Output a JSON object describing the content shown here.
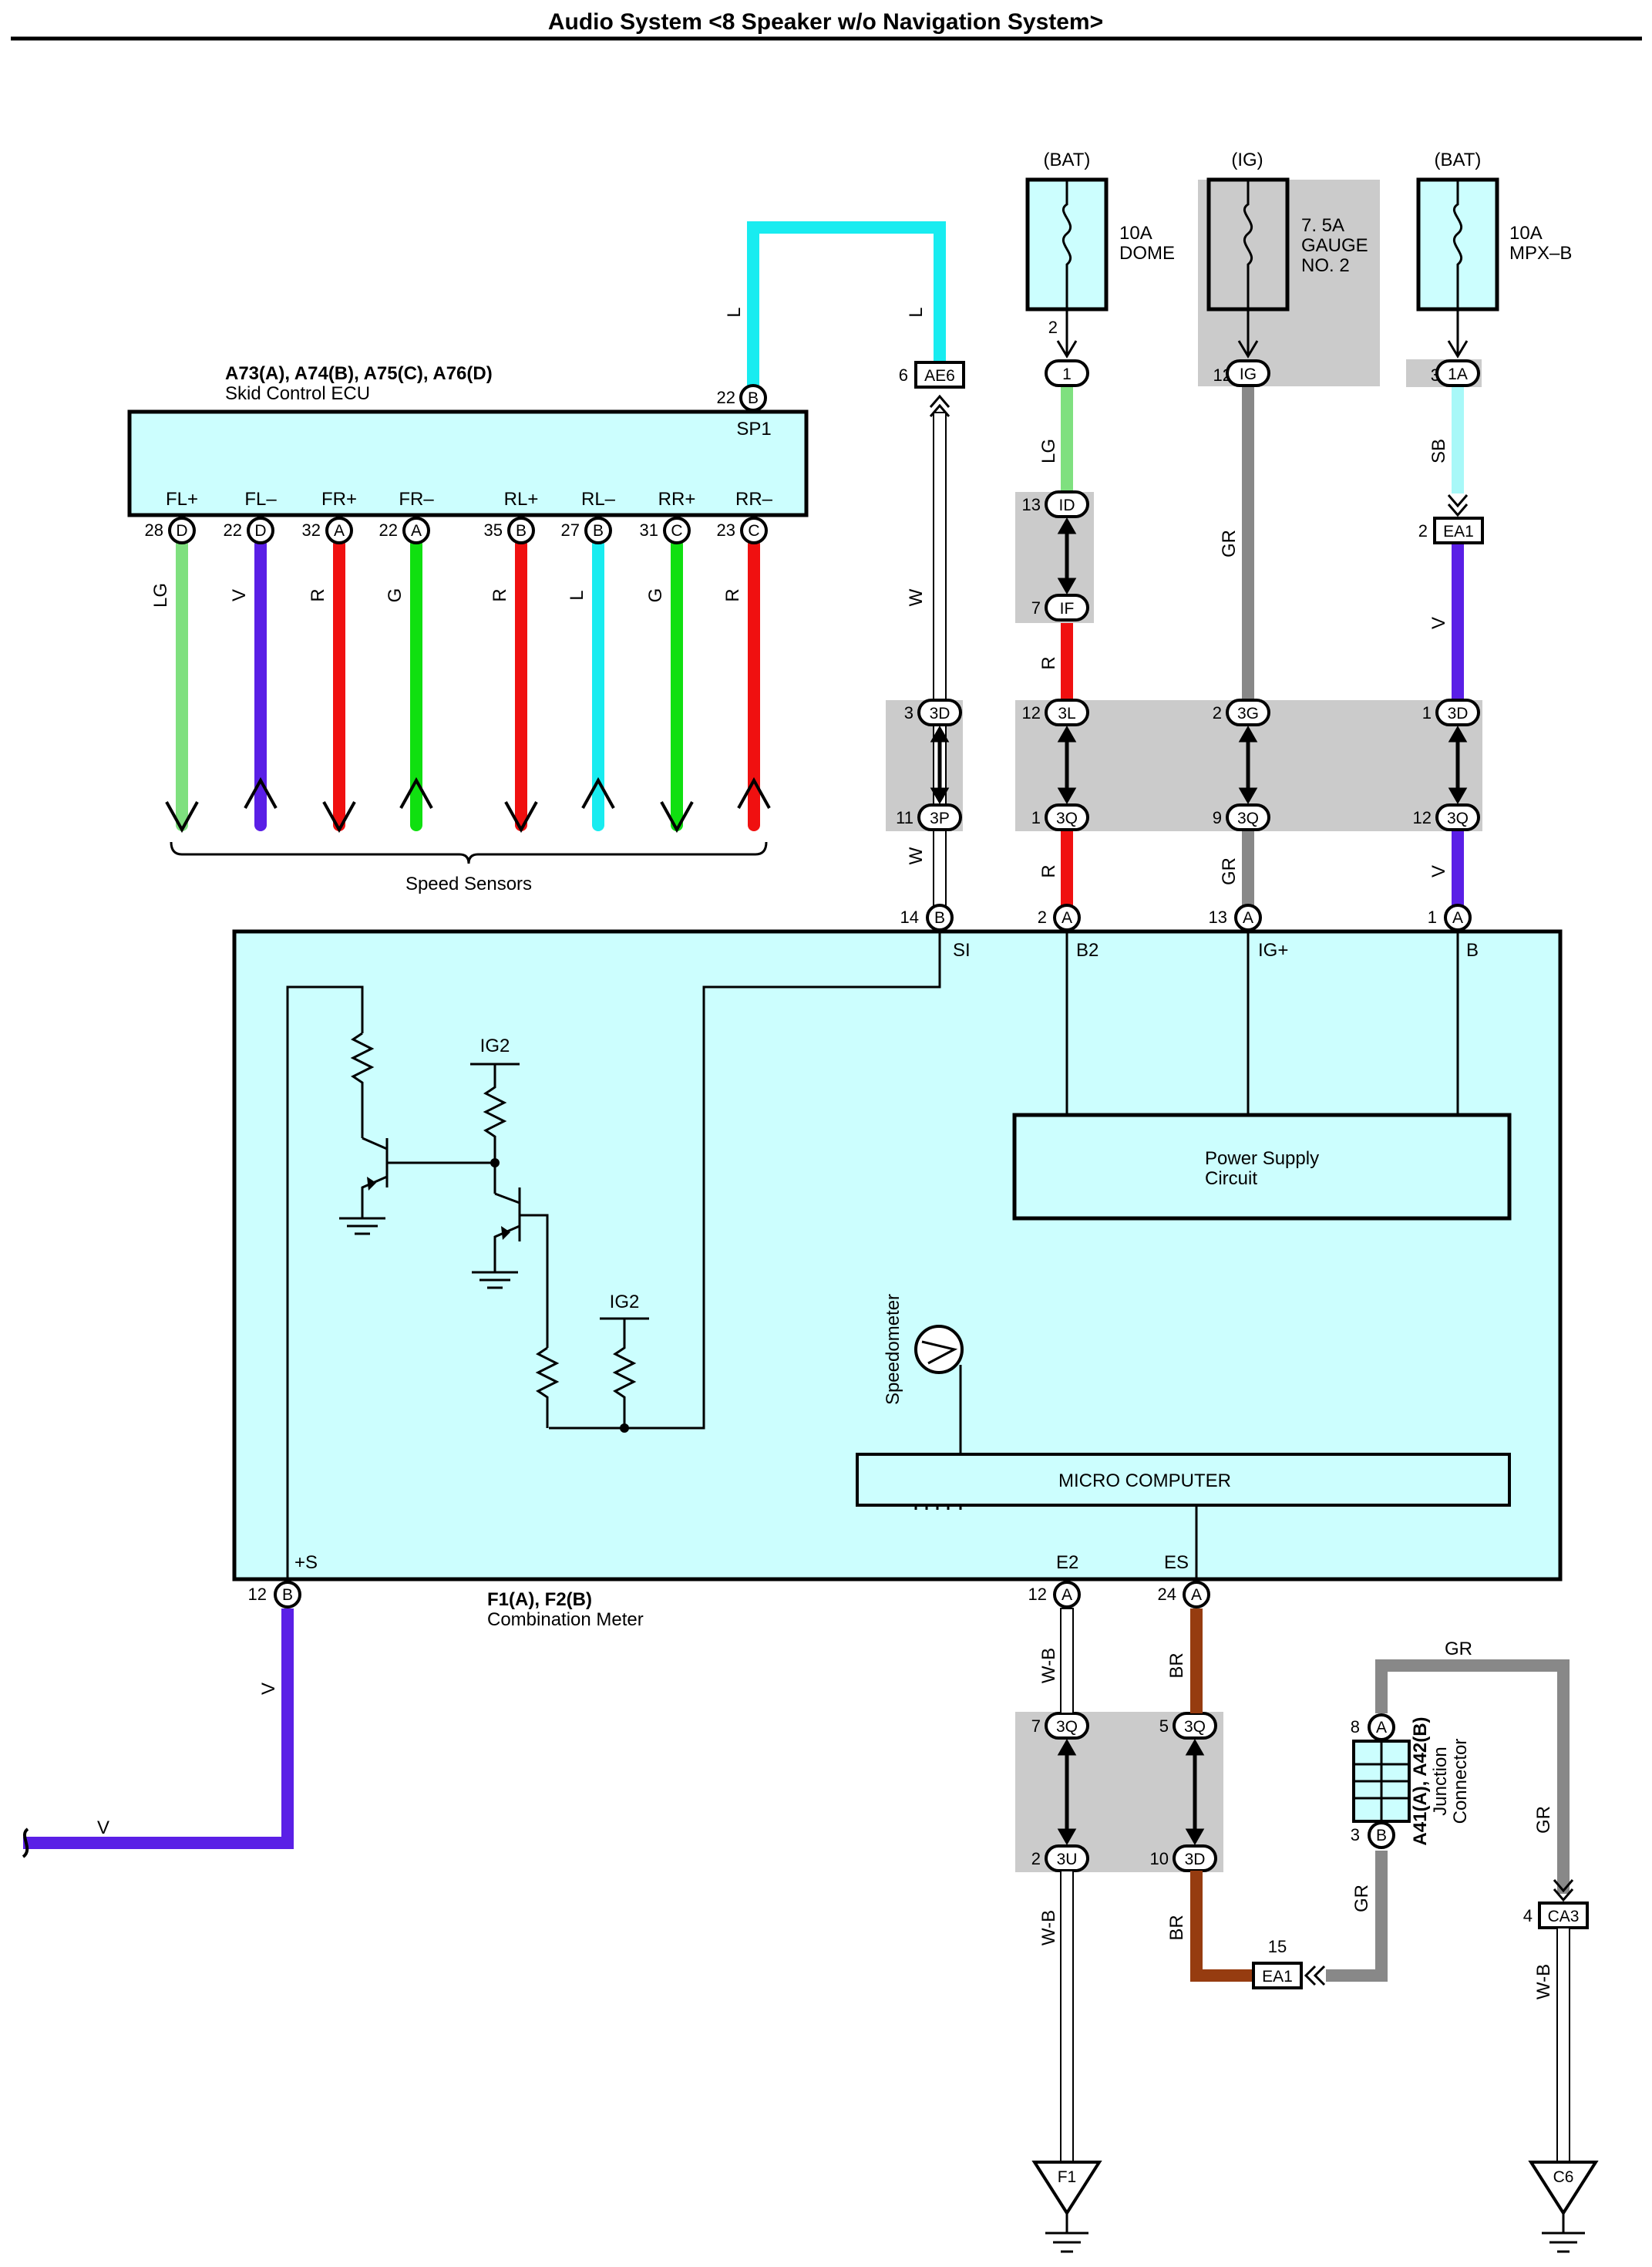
{
  "title": "Audio System <8 Speaker w/o Navigation System>",
  "colors": {
    "LG": "#7fe07f",
    "V": "#5a1fe6",
    "R": "#f01010",
    "G": "#10e010",
    "L": "#18ecf0",
    "W": "#ffffff",
    "GR": "#888888",
    "SB": "#a8f8f8",
    "BR": "#963c10",
    "W-B": "#ffffff",
    "BOX": "#ccfefe",
    "SHADE": "#cbcbcb"
  },
  "skid_ecu": {
    "code": "A73(A), A74(B), A75(C), A76(D)",
    "name": "Skid Control ECU",
    "sp1_pin": "22",
    "sp1_conn": "B",
    "sp1_label": "SP1",
    "terminals": [
      {
        "pin": "28",
        "conn": "D",
        "label": "FL+",
        "wire": "LG"
      },
      {
        "pin": "22",
        "conn": "D",
        "label": "FL–",
        "wire": "V"
      },
      {
        "pin": "32",
        "conn": "A",
        "label": "FR+",
        "wire": "R"
      },
      {
        "pin": "22",
        "conn": "A",
        "label": "FR–",
        "wire": "G"
      },
      {
        "pin": "35",
        "conn": "B",
        "label": "RL+",
        "wire": "R"
      },
      {
        "pin": "27",
        "conn": "B",
        "label": "RL–",
        "wire": "L"
      },
      {
        "pin": "31",
        "conn": "C",
        "label": "RR+",
        "wire": "G"
      },
      {
        "pin": "23",
        "conn": "C",
        "label": "RR–",
        "wire": "R"
      }
    ],
    "sensors_label": "Speed Sensors"
  },
  "fuses": [
    {
      "source": "(BAT)",
      "amp": "10A",
      "name1": "DOME",
      "name2": "",
      "pin": "2",
      "conn": "1"
    },
    {
      "source": "(IG)",
      "amp": "7. 5A",
      "name1": "GAUGE",
      "name2": "NO. 2",
      "pin": "12",
      "conn": "IG"
    },
    {
      "source": "(BAT)",
      "amp": "10A",
      "name1": "MPX–B",
      "name2": "",
      "pin": "3",
      "conn": "1A"
    }
  ],
  "connectors": {
    "ae6": {
      "pin": "6",
      "name": "AE6"
    },
    "ea1_top": {
      "pin": "2",
      "name": "EA1"
    },
    "ea1_bottom": {
      "pin": "15",
      "name": "EA1"
    },
    "ca3": {
      "pin": "4",
      "name": "CA3"
    },
    "id": {
      "pin": "13",
      "name": "ID"
    },
    "if": {
      "pin": "7",
      "name": "IF"
    },
    "j3d_a": {
      "pin": "3",
      "name": "3D"
    },
    "j3p": {
      "pin": "11",
      "name": "3P"
    },
    "j3l": {
      "pin": "12",
      "name": "3L"
    },
    "j3q_1": {
      "pin": "1",
      "name": "3Q"
    },
    "j3g": {
      "pin": "2",
      "name": "3G"
    },
    "j3q_9": {
      "pin": "9",
      "name": "3Q"
    },
    "j3d_b": {
      "pin": "1",
      "name": "3D"
    },
    "j3q_12": {
      "pin": "12",
      "name": "3Q"
    },
    "j3q_7": {
      "pin": "7",
      "name": "3Q"
    },
    "j3u": {
      "pin": "2",
      "name": "3U"
    },
    "j3q_5": {
      "pin": "5",
      "name": "3Q"
    },
    "j3d_10": {
      "pin": "10",
      "name": "3D"
    }
  },
  "wire_labels": {
    "sp1_left": "L",
    "sp1_right": "L",
    "ae6_down": "W",
    "ae6_down2": "W",
    "dome_lg": "LG",
    "dome_r": "R",
    "dome_r2": "R",
    "gauge_gr": "GR",
    "gauge_gr2": "GR",
    "mpx_sb": "SB",
    "mpx_v": "V",
    "mpx_v2": "V",
    "plus_s_v": "V",
    "bottom_v": "V",
    "e2_wb": "W-B",
    "e2_wb2": "W-B",
    "es_br": "BR",
    "es_br2": "BR",
    "gr_top": "GR",
    "gr_right": "GR",
    "gr_jc": "GR",
    "ca3_wb": "W-B"
  },
  "meter": {
    "code": "F1(A), F2(B)",
    "name": "Combination Meter",
    "pins_top": [
      {
        "pin": "14",
        "conn": "B",
        "label": "SI"
      },
      {
        "pin": "2",
        "conn": "A",
        "label": "B2"
      },
      {
        "pin": "13",
        "conn": "A",
        "label": "IG+"
      },
      {
        "pin": "1",
        "conn": "A",
        "label": "B"
      }
    ],
    "pins_bottom": [
      {
        "pin": "12",
        "conn": "B",
        "label": "+S"
      },
      {
        "pin": "12",
        "conn": "A",
        "label": "E2"
      },
      {
        "pin": "24",
        "conn": "A",
        "label": "ES"
      }
    ],
    "ig2_a": "IG2",
    "ig2_b": "IG2",
    "power_supply_1": "Power Supply",
    "power_supply_2": "Circuit",
    "micro": "MICRO COMPUTER",
    "speedometer": "Speedometer"
  },
  "junction": {
    "code": "A41(A), A42(B)",
    "name1": "Junction",
    "name2": "Connector",
    "pin_a": "8",
    "conn_a": "A",
    "pin_b": "3",
    "conn_b": "B"
  },
  "grounds": [
    {
      "name": "F1"
    },
    {
      "name": "C6"
    }
  ]
}
